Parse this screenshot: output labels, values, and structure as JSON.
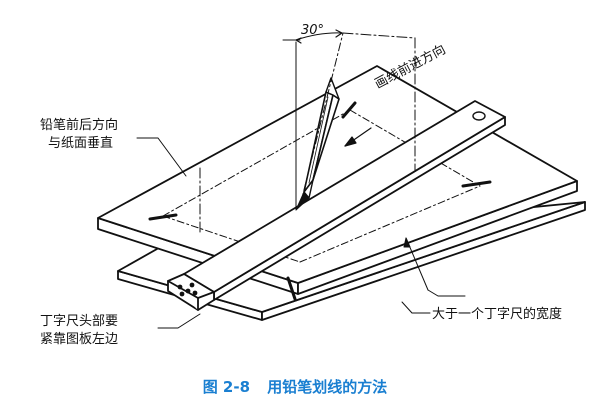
{
  "angle_label": "30°",
  "labels": {
    "pencil_direction_line1": "铅笔前后方向",
    "pencil_direction_line2": "与纸面垂直",
    "drawing_direction": "画线前进方向",
    "ruler_head_line1": "丁字尺头部要",
    "ruler_head_line2": "紧靠图板左边",
    "wider_than_ruler": "大于一个丁字尺的宽度"
  },
  "caption": {
    "number": "图 2-8",
    "title": "用铅笔划线的方法"
  },
  "colors": {
    "line": "#111111",
    "caption": "#1a7fd1"
  }
}
